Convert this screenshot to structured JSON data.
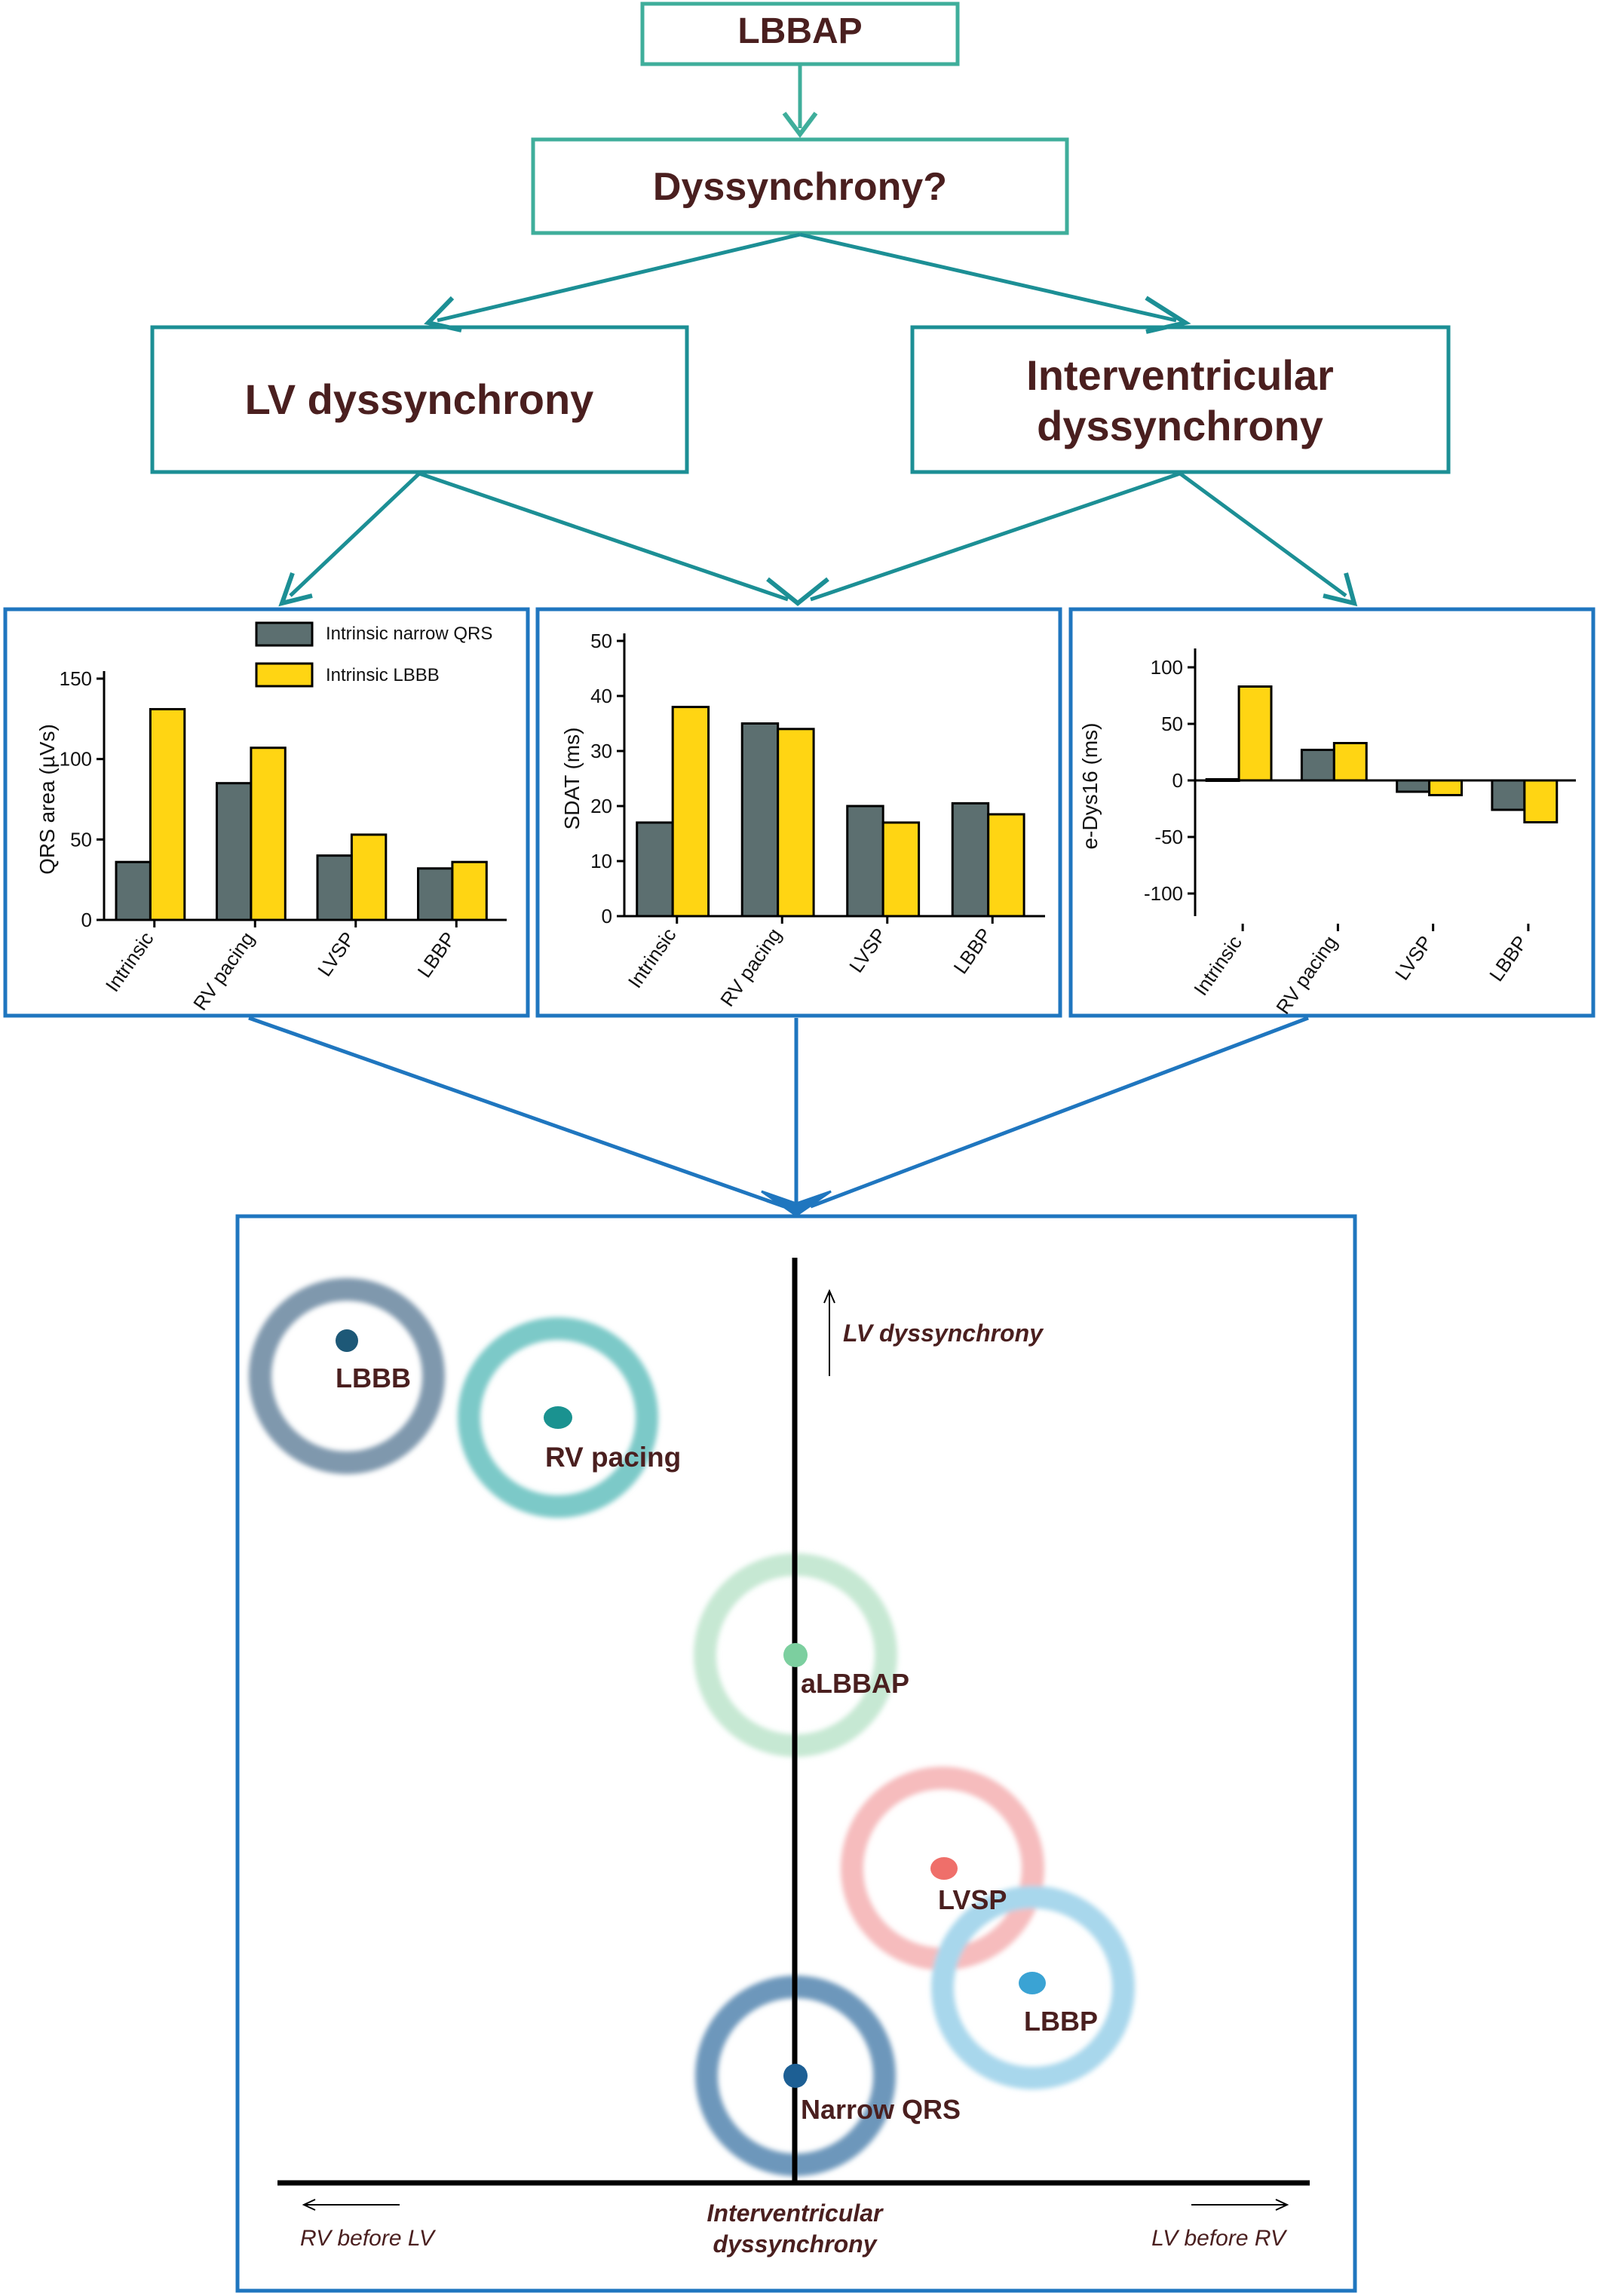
{
  "flow": {
    "top_box": "LBBAP",
    "question_box": "Dyssynchrony?",
    "lv_box": "LV dyssynchrony",
    "inter_box_line1": "Interventricular",
    "inter_box_line2": "dyssynchrony"
  },
  "colors": {
    "teal": "#3fae9b",
    "teal_dark": "#1c8f95",
    "blue": "#1f76bf",
    "text_dark": "#4a1f1f",
    "bar_gray": "#5c6f70",
    "bar_yellow": "#ffd513"
  },
  "chart_data": [
    {
      "type": "bar",
      "ylabel": "QRS area (µVs)",
      "ylim": [
        0,
        150
      ],
      "yticks": [
        0,
        50,
        100,
        150
      ],
      "categories": [
        "Intrinsic",
        "RV pacing",
        "LVSP",
        "LBBP"
      ],
      "series": [
        {
          "name": "Intrinsic narrow QRS",
          "color": "#5c6f70",
          "values": [
            36,
            85,
            40,
            32
          ]
        },
        {
          "name": "Intrinsic LBBB",
          "color": "#ffd513",
          "values": [
            131,
            107,
            53,
            36
          ]
        }
      ],
      "legend": "top-right"
    },
    {
      "type": "bar",
      "ylabel": "SDAT (ms)",
      "ylim": [
        0,
        50
      ],
      "yticks": [
        0,
        10,
        20,
        30,
        40,
        50
      ],
      "categories": [
        "Intrinsic",
        "RV pacing",
        "LVSP",
        "LBBP"
      ],
      "series": [
        {
          "color": "#5c6f70",
          "values": [
            17,
            35,
            20,
            20.5
          ]
        },
        {
          "color": "#ffd513",
          "values": [
            38,
            34,
            17,
            18.5
          ]
        }
      ]
    },
    {
      "type": "bar",
      "ylabel": "e-Dys16 (ms)",
      "ylim": [
        -120,
        110
      ],
      "yticks": [
        -100,
        -50,
        0,
        50,
        100
      ],
      "categories": [
        "Intrinsic",
        "RV pacing",
        "LVSP",
        "LBBP"
      ],
      "series": [
        {
          "color": "#5c6f70",
          "values": [
            1,
            27,
            -10,
            -26
          ]
        },
        {
          "color": "#ffd513",
          "values": [
            83,
            33,
            -13,
            -37
          ]
        }
      ]
    }
  ],
  "map": {
    "y_axis_label": "LV dyssynchrony",
    "x_axis_label_line1": "Interventricular",
    "x_axis_label_line2": "dyssynchrony",
    "left_label": "RV before LV",
    "right_label": "LV before RV",
    "points": [
      {
        "label": "LBBB",
        "dot": "#1d5877",
        "ring": "#7f98ad"
      },
      {
        "label": "RV pacing",
        "dot": "#1a9290",
        "ring": "#7cc9c8"
      },
      {
        "label": "aLBBAP",
        "dot": "#7ccf9f",
        "ring": "#c6e8d3"
      },
      {
        "label": "LVSP",
        "dot": "#ef6f6a",
        "ring": "#f6bcbd"
      },
      {
        "label": "LBBP",
        "dot": "#3aa3d4",
        "ring": "#a8d7ec"
      },
      {
        "label": "Narrow QRS",
        "dot": "#1d5f94",
        "ring": "#6d97bb"
      }
    ]
  }
}
